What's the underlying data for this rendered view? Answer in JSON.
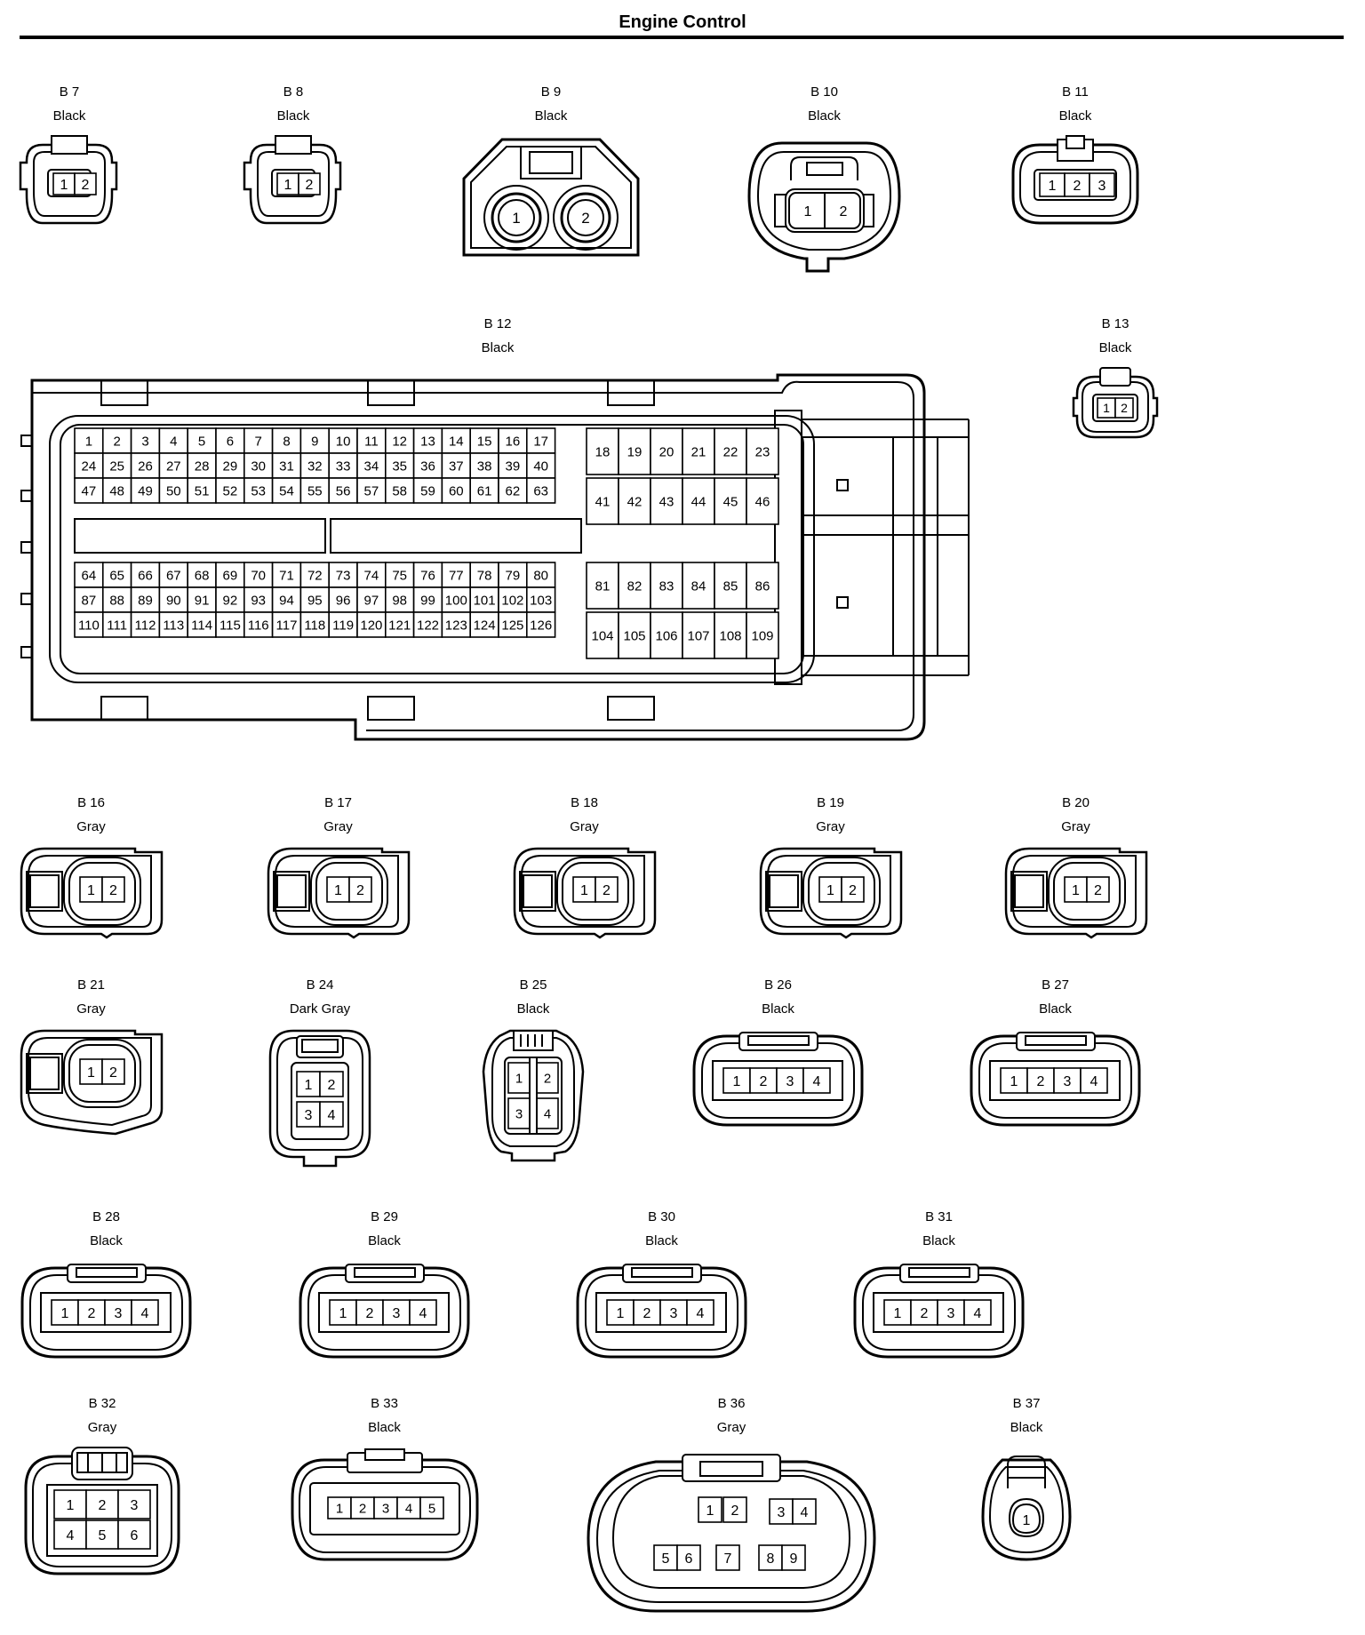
{
  "title": "Engine Control",
  "connectors": [
    {
      "id": "B 7",
      "color": "Black",
      "pins": [
        "1",
        "2"
      ]
    },
    {
      "id": "B 8",
      "color": "Black",
      "pins": [
        "1",
        "2"
      ]
    },
    {
      "id": "B 9",
      "color": "Black",
      "pins": [
        "1",
        "2"
      ]
    },
    {
      "id": "B 10",
      "color": "Black",
      "pins": [
        "1",
        "2"
      ]
    },
    {
      "id": "B 11",
      "color": "Black",
      "pins": [
        "1",
        "2",
        "3"
      ]
    },
    {
      "id": "B 12",
      "color": "Black",
      "pins": []
    },
    {
      "id": "B 13",
      "color": "Black",
      "pins": [
        "1",
        "2"
      ]
    },
    {
      "id": "B 16",
      "color": "Gray",
      "pins": [
        "1",
        "2"
      ]
    },
    {
      "id": "B 17",
      "color": "Gray",
      "pins": [
        "1",
        "2"
      ]
    },
    {
      "id": "B 18",
      "color": "Gray",
      "pins": [
        "1",
        "2"
      ]
    },
    {
      "id": "B 19",
      "color": "Gray",
      "pins": [
        "1",
        "2"
      ]
    },
    {
      "id": "B 20",
      "color": "Gray",
      "pins": [
        "1",
        "2"
      ]
    },
    {
      "id": "B 21",
      "color": "Gray",
      "pins": [
        "1",
        "2"
      ]
    },
    {
      "id": "B 24",
      "color": "Dark Gray",
      "pins": [
        "1",
        "2",
        "3",
        "4"
      ]
    },
    {
      "id": "B 25",
      "color": "Black",
      "pins": [
        "1",
        "2",
        "3",
        "4"
      ]
    },
    {
      "id": "B 26",
      "color": "Black",
      "pins": [
        "1",
        "2",
        "3",
        "4"
      ]
    },
    {
      "id": "B 27",
      "color": "Black",
      "pins": [
        "1",
        "2",
        "3",
        "4"
      ]
    },
    {
      "id": "B 28",
      "color": "Black",
      "pins": [
        "1",
        "2",
        "3",
        "4"
      ]
    },
    {
      "id": "B 29",
      "color": "Black",
      "pins": [
        "1",
        "2",
        "3",
        "4"
      ]
    },
    {
      "id": "B 30",
      "color": "Black",
      "pins": [
        "1",
        "2",
        "3",
        "4"
      ]
    },
    {
      "id": "B 31",
      "color": "Black",
      "pins": [
        "1",
        "2",
        "3",
        "4"
      ]
    },
    {
      "id": "B 32",
      "color": "Gray",
      "pins": [
        "1",
        "2",
        "3",
        "4",
        "5",
        "6"
      ]
    },
    {
      "id": "B 33",
      "color": "Black",
      "pins": [
        "1",
        "2",
        "3",
        "4",
        "5"
      ]
    },
    {
      "id": "B 36",
      "color": "Gray",
      "pins": [
        "1",
        "2",
        "3",
        "4",
        "5",
        "6",
        "7",
        "8",
        "9"
      ]
    },
    {
      "id": "B 37",
      "color": "Black",
      "pins": [
        "1"
      ]
    }
  ],
  "b12": {
    "left_block": [
      [
        "1",
        "2",
        "3",
        "4",
        "5",
        "6",
        "7",
        "8",
        "9",
        "10",
        "11",
        "12",
        "13",
        "14",
        "15",
        "16",
        "17"
      ],
      [
        "24",
        "25",
        "26",
        "27",
        "28",
        "29",
        "30",
        "31",
        "32",
        "33",
        "34",
        "35",
        "36",
        "37",
        "38",
        "39",
        "40"
      ],
      [
        "47",
        "48",
        "49",
        "50",
        "51",
        "52",
        "53",
        "54",
        "55",
        "56",
        "57",
        "58",
        "59",
        "60",
        "61",
        "62",
        "63"
      ],
      [
        "64",
        "65",
        "66",
        "67",
        "68",
        "69",
        "70",
        "71",
        "72",
        "73",
        "74",
        "75",
        "76",
        "77",
        "78",
        "79",
        "80"
      ],
      [
        "87",
        "88",
        "89",
        "90",
        "91",
        "92",
        "93",
        "94",
        "95",
        "96",
        "97",
        "98",
        "99",
        "100",
        "101",
        "102",
        "103"
      ],
      [
        "110",
        "111",
        "112",
        "113",
        "114",
        "115",
        "116",
        "117",
        "118",
        "119",
        "120",
        "121",
        "122",
        "123",
        "124",
        "125",
        "126"
      ]
    ],
    "right_block": [
      [
        "18",
        "19",
        "20",
        "21",
        "22",
        "23"
      ],
      [
        "41",
        "42",
        "43",
        "44",
        "45",
        "46"
      ],
      [
        "81",
        "82",
        "83",
        "84",
        "85",
        "86"
      ],
      [
        "104",
        "105",
        "106",
        "107",
        "108",
        "109"
      ]
    ]
  }
}
